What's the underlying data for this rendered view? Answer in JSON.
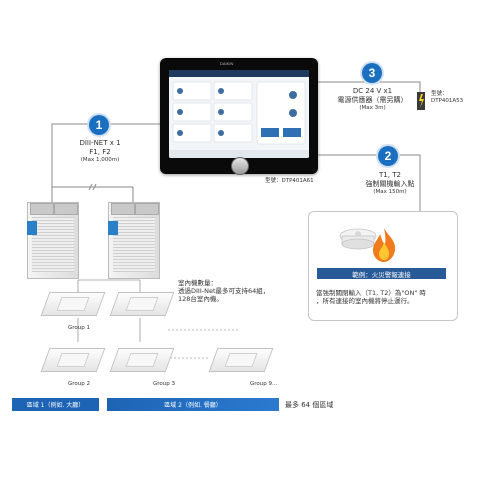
{
  "links": {
    "link1": {
      "num": "1",
      "line1": "DIII-NET x 1",
      "line2": "F1, F2",
      "line3": "(Max 1,000m)"
    },
    "link2": {
      "num": "2",
      "line1": "T1, T2",
      "line2": "強制關機輸入點",
      "line3": "(Max 150m)"
    },
    "link3": {
      "num": "3",
      "line1": "DC 24 V x1",
      "line2": "電源供應器（需另購）",
      "line3": "(Max 3m)"
    }
  },
  "controller": {
    "brand": "DAIKIN",
    "model_label": "型號：DTP401A61"
  },
  "power_supply": {
    "model_line1": "型號：",
    "model_line2": "DTP401A53"
  },
  "fire_alarm": {
    "title": "範例：火災警報連接",
    "desc_line1": "當強制關閉輸入（T1, T2）為\"ON\" 時",
    "desc_line2": "，所有連接的室內機將停止運行。"
  },
  "indoor_note": {
    "line1": "室內機數量：",
    "line2": "透過DIII-Net最多可支持64組，",
    "line3": "128台室內機。"
  },
  "groups": [
    "Group 1",
    "Group 2",
    "Group 3",
    "Group 9..."
  ],
  "zones": {
    "zone1": "區域 1（例如. 大廳）",
    "zone2": "區域 2（例如. 餐廳）",
    "max_zones": "最多 64 個區域"
  },
  "colors": {
    "accent": "#1b6fc0",
    "zone_bar": "#1e64b4",
    "alert_bar": "#275a97",
    "fire": "#f07a1c"
  }
}
